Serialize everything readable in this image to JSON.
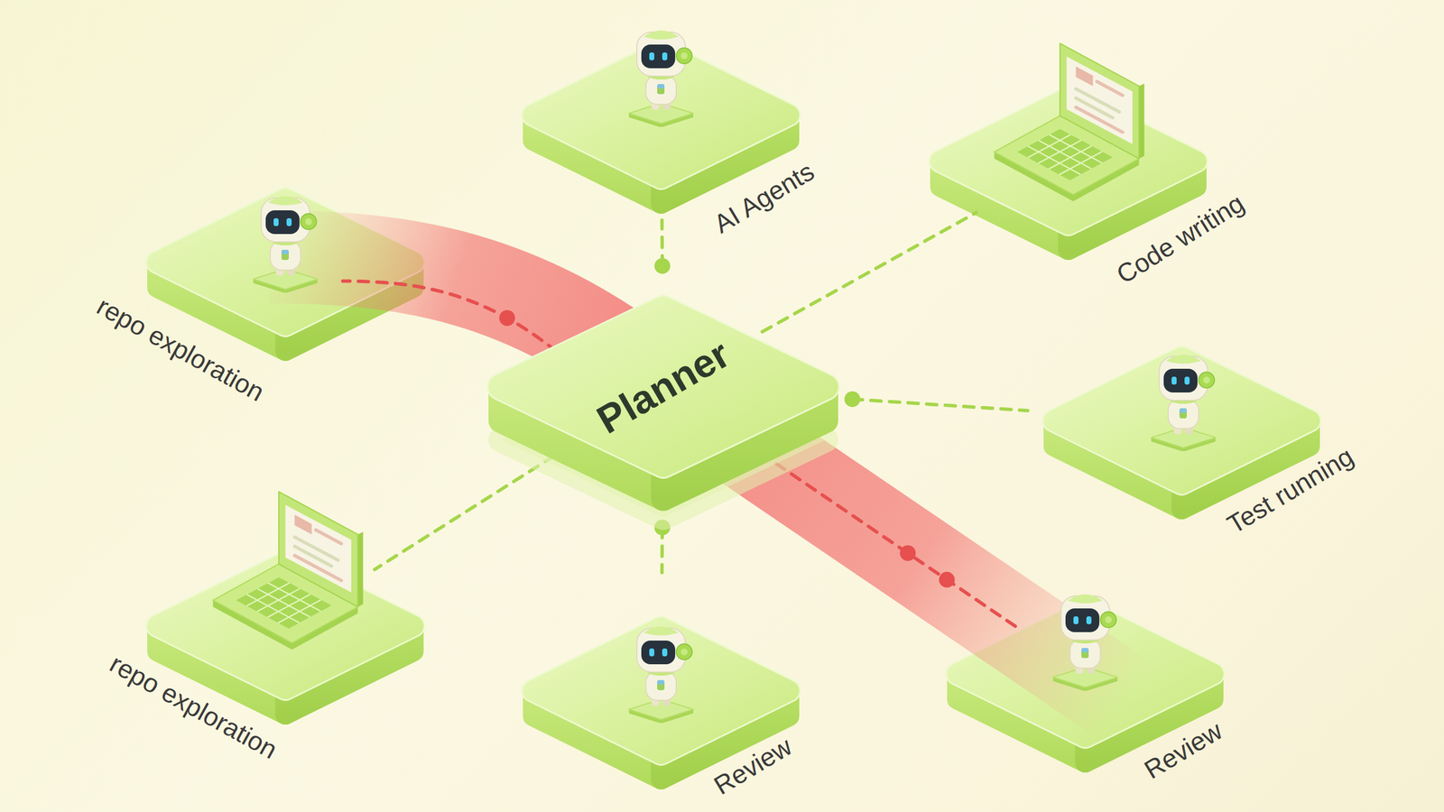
{
  "diagram": {
    "nodes": [
      {
        "text": [
          "AI Agents"
        ]
      },
      {
        "text": [
          "Code writing"
        ]
      },
      {
        "text": [
          "repo exploration"
        ]
      },
      {
        "text": [
          "Planner"
        ]
      },
      {
        "text": [
          "Test running"
        ]
      },
      {
        "text": [
          "repo exploration"
        ]
      },
      {
        "text": [
          "Review"
        ]
      },
      {
        "text": [
          "Review"
        ]
      }
    ],
    "edges": [
      {
        "from": 3,
        "to": 0,
        "arrow": "none"
      },
      {
        "from": 3,
        "to": 1,
        "arrow": "none"
      },
      {
        "from": 3,
        "to": 2,
        "arrow": "none"
      },
      {
        "from": 3,
        "to": 4,
        "arrow": "none"
      },
      {
        "from": 3,
        "to": 5,
        "arrow": "none"
      },
      {
        "from": 3,
        "to": 6,
        "arrow": "none"
      },
      {
        "from": 3,
        "to": 7,
        "arrow": "none"
      }
    ]
  }
}
